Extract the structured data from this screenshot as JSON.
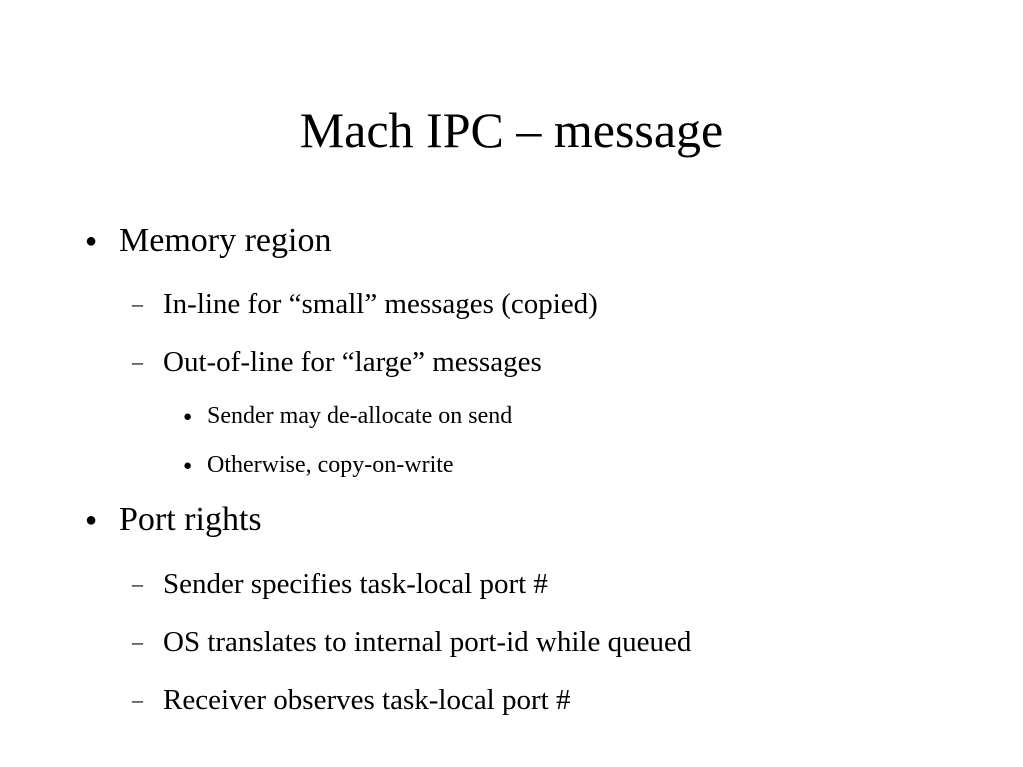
{
  "slide": {
    "title": "Mach IPC – message",
    "markers": {
      "bullet": "●",
      "dash": "–"
    },
    "items": [
      {
        "level": 1,
        "text": "Memory region"
      },
      {
        "level": 2,
        "text": "In-line for “small” messages (copied)"
      },
      {
        "level": 2,
        "text": "Out-of-line for “large” messages"
      },
      {
        "level": 3,
        "text": "Sender may de-allocate on send"
      },
      {
        "level": 3,
        "text": "Otherwise, copy-on-write"
      },
      {
        "level": 1,
        "text": "Port rights"
      },
      {
        "level": 2,
        "text": "Sender specifies task-local port #"
      },
      {
        "level": 2,
        "text": "OS translates to internal port-id while queued"
      },
      {
        "level": 2,
        "text": "Receiver observes task-local port #"
      }
    ]
  }
}
